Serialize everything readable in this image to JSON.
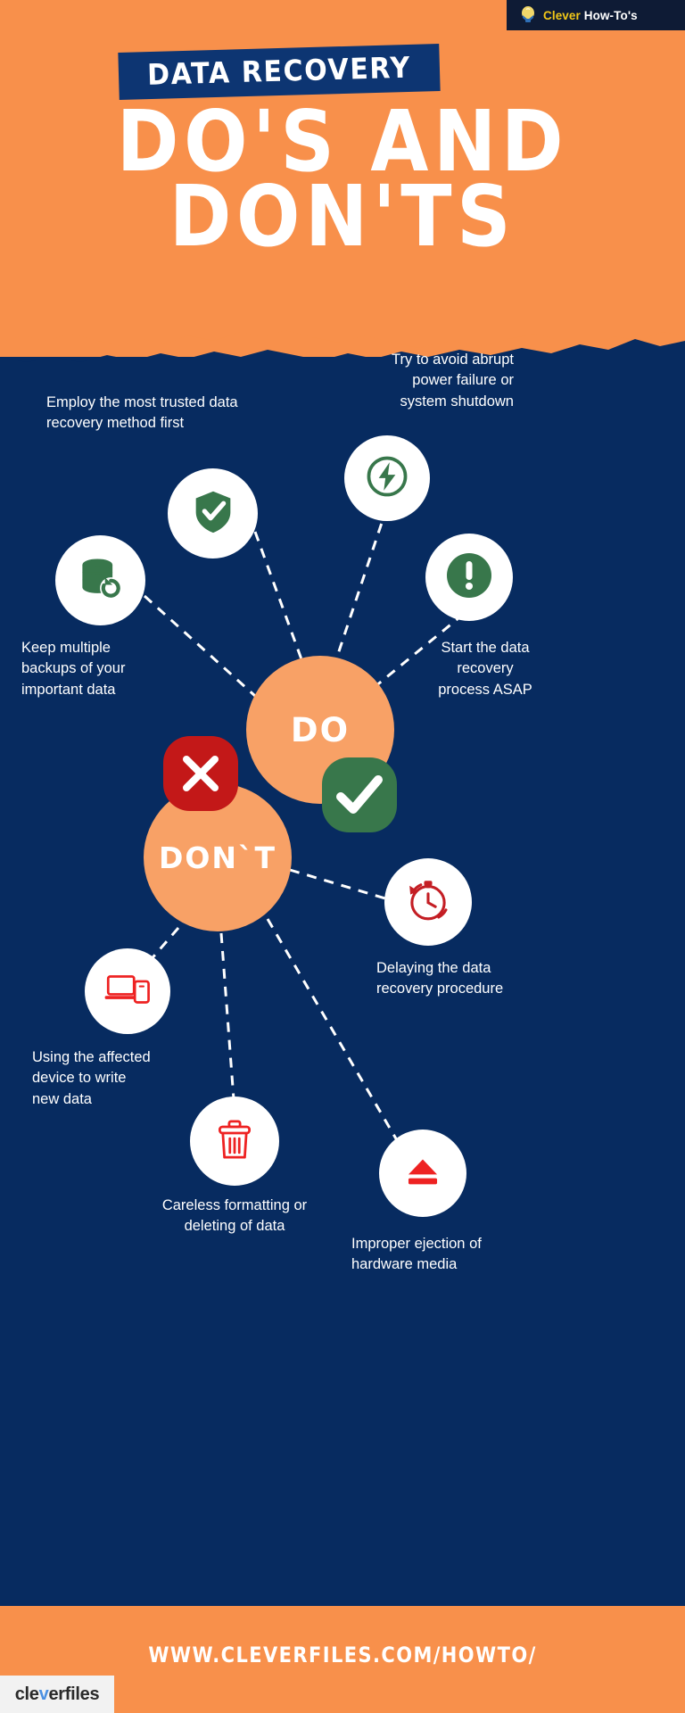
{
  "brand": {
    "badge_icon": "lightbulb-icon",
    "name_highlight": "Clever",
    "name_rest": "How-To's"
  },
  "header": {
    "banner": "DATA RECOVERY",
    "title_line1": "DO'S AND",
    "title_line2": "DON'TS"
  },
  "hubs": {
    "do": "DO",
    "dont": "DON`T"
  },
  "badges": {
    "x": "x-mark-icon",
    "check": "check-mark-icon"
  },
  "do_items": [
    {
      "icon": "shield-check-icon",
      "label": "Employ the most trusted data\nrecovery method first"
    },
    {
      "icon": "power-bolt-icon",
      "label": "Try to avoid abrupt\npower failure or\nsystem shutdown"
    },
    {
      "icon": "database-restore-icon",
      "label": "Keep multiple\nbackups of your\nimportant data"
    },
    {
      "icon": "exclamation-circle-icon",
      "label": "Start the data\nrecovery\nprocess ASAP"
    }
  ],
  "dont_items": [
    {
      "icon": "clock-rewind-icon",
      "label": "Delaying the data\nrecovery procedure"
    },
    {
      "icon": "devices-icon",
      "label": "Using the affected\ndevice to write\nnew data"
    },
    {
      "icon": "trash-icon",
      "label": "Careless formatting or\ndeleting of data"
    },
    {
      "icon": "eject-icon",
      "label": "Improper  ejection  of\nhardware media"
    }
  ],
  "footer": {
    "url": "WWW.CLEVERFILES.COM/HOWTO/",
    "logo_pre": "cle",
    "logo_dot": "v",
    "logo_post": "erfiles"
  },
  "colors": {
    "orange": "#F8904B",
    "orange_light": "#F8A166",
    "navy": "#072B60",
    "navy_banner": "#0D3572",
    "green": "#38774B",
    "red": "#C31818",
    "red_icon": "#EE2222",
    "white": "#FFFFFF",
    "yellow": "#F2C818"
  }
}
